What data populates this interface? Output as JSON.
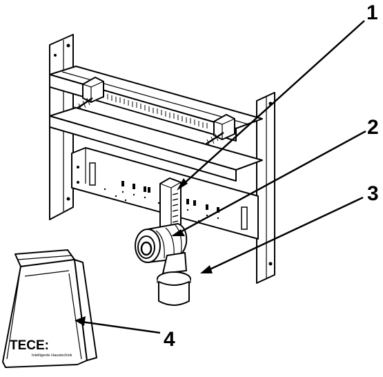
{
  "callouts": [
    {
      "id": "1",
      "label": "1"
    },
    {
      "id": "2",
      "label": "2"
    },
    {
      "id": "3",
      "label": "3"
    },
    {
      "id": "4",
      "label": "4"
    }
  ],
  "bag": {
    "brand": "TECE:",
    "tagline": "Intelligente Haustechnik"
  },
  "colors": {
    "line": "#000000",
    "background": "#ffffff",
    "stripe_fill": "#111111"
  }
}
